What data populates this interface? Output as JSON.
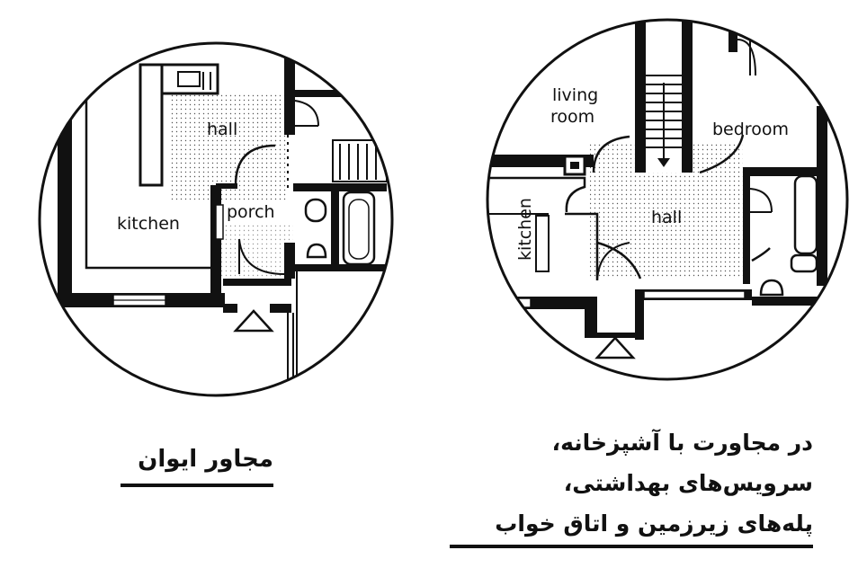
{
  "left_plan": {
    "rooms": {
      "hall": "hall",
      "kitchen": "kitchen",
      "porch": "porch"
    },
    "caption": "مجاور ایوان"
  },
  "right_plan": {
    "rooms": {
      "living": "living",
      "room": "room",
      "bedroom": "bedroom",
      "kitchen": "kitchen",
      "hall": "hall"
    },
    "caption_lines": [
      "در مجاورت با آشپزخانه،",
      "سرویس‌های بهداشتی،",
      "پله‌های زیرزمین و اتاق خواب"
    ]
  }
}
